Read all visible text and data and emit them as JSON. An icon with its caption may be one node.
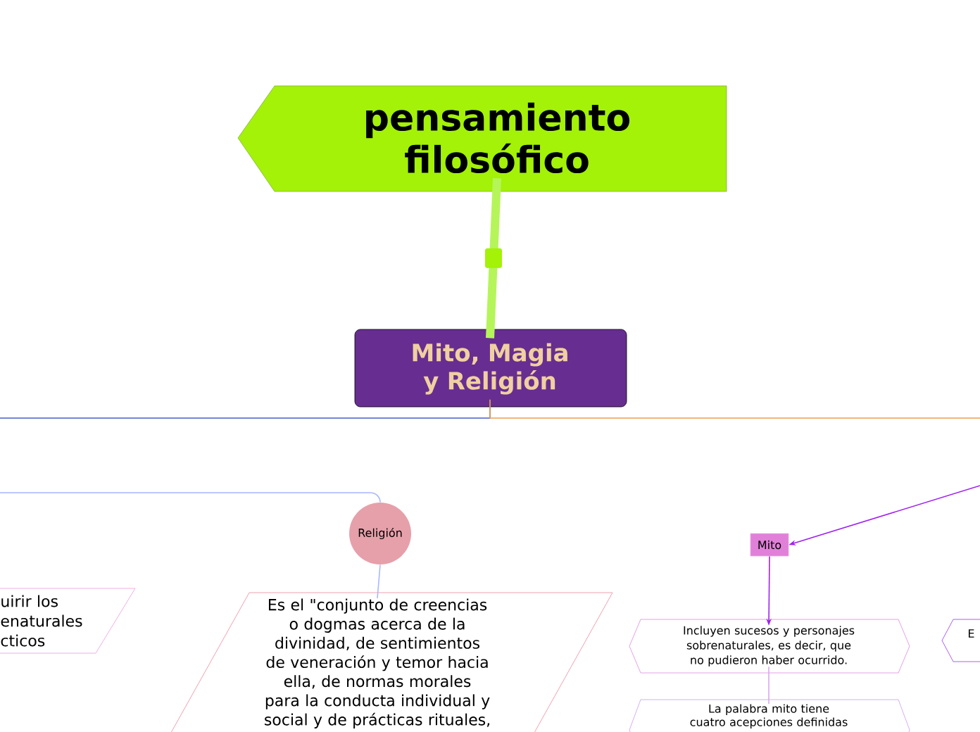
{
  "diagram": {
    "nodes": [
      {
        "text": [
          "pensamiento filosófico"
        ]
      },
      {
        "text": [
          "Mito, Magia y Religión"
        ]
      },
      {
        "text": [
          "uirir los enaturales cticos"
        ]
      },
      {
        "text": [
          "Religión"
        ]
      },
      {
        "text": [
          "Es el \"conjunto de creencias o dogmas acerca de la divinidad, de sentimientos de veneración y temor hacia ella, de normas morales para la conducta individual y social y de prácticas rituales,"
        ]
      },
      {
        "text": [
          "Mito"
        ]
      },
      {
        "text": [
          "Incluyen sucesos y personajes sobrenaturales, es decir, que no pudieron haber ocurrido."
        ]
      },
      {
        "text": [
          "La palabra mito tiene cuatro acepciones definidas"
        ]
      },
      {
        "text": [
          "E"
        ]
      }
    ],
    "edges": [
      {
        "from": 0,
        "to": 1,
        "arrow": "none",
        "style": "thick",
        "color": "#b5f55a"
      },
      {
        "from": 1,
        "to": null,
        "arrow": "none",
        "color": "#4a5fc8"
      },
      {
        "from": 1,
        "to": null,
        "arrow": "none",
        "color": "#e8a050"
      },
      {
        "from": null,
        "to": 3,
        "arrow": "none",
        "color": "#a8b8ff"
      },
      {
        "from": 3,
        "to": 4,
        "arrow": "none",
        "color": "#a8b8ff"
      },
      {
        "from": null,
        "to": 5,
        "arrow": "to",
        "color": "#a020f0"
      },
      {
        "from": 5,
        "to": 6,
        "arrow": "to",
        "color": "#a020f0"
      },
      {
        "from": 6,
        "to": 7,
        "arrow": "none",
        "color": "#d8a8f0"
      }
    ]
  }
}
